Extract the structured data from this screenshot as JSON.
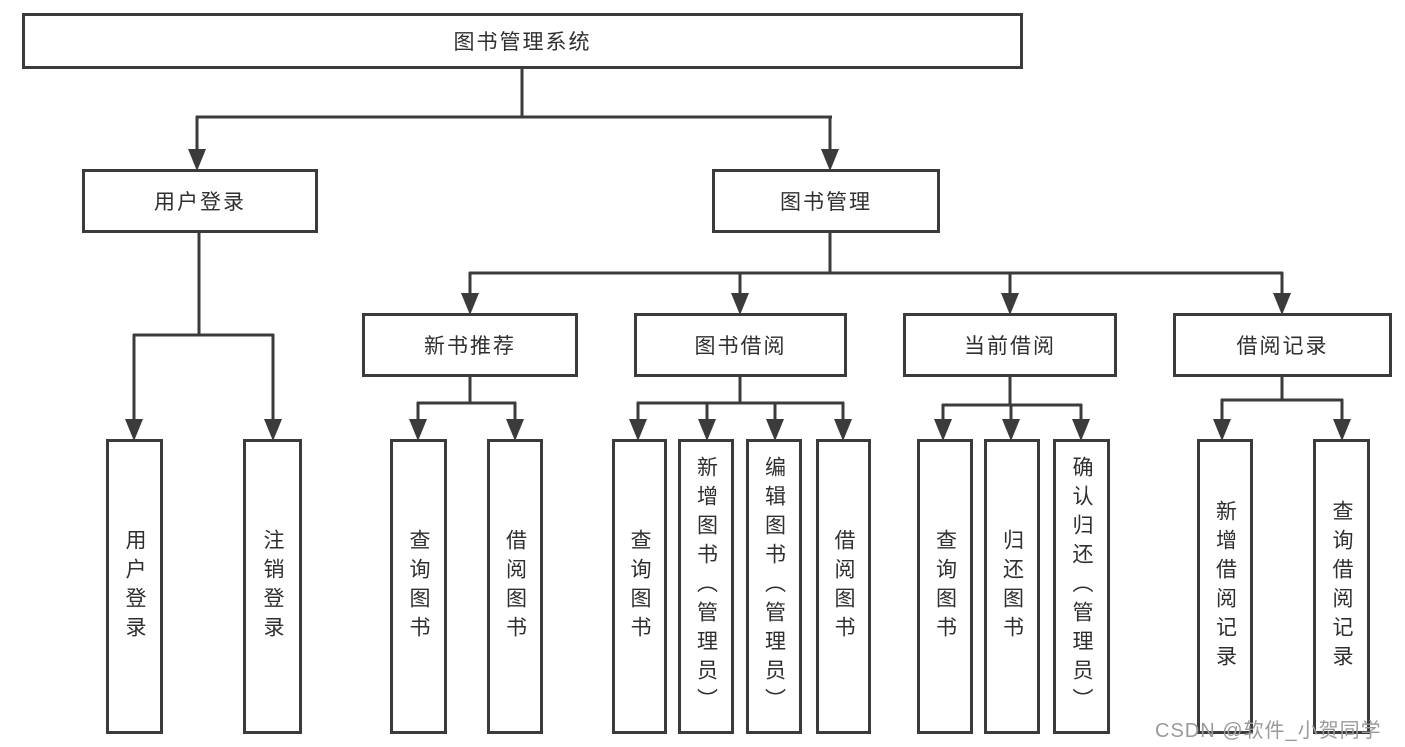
{
  "nodes": {
    "root": {
      "label": "图书管理系统"
    },
    "userLogin": {
      "label": "用户登录"
    },
    "bookMgmt": {
      "label": "图书管理"
    },
    "newBookRec": {
      "label": "新书推荐"
    },
    "bookBorrow": {
      "label": "图书借阅"
    },
    "currentBorrow": {
      "label": "当前借阅"
    },
    "borrowRecords": {
      "label": "借阅记录"
    },
    "leafUserLogin": {
      "label": "用户登录"
    },
    "leafLogout": {
      "label": "注销登录"
    },
    "leafNbQuery": {
      "label": "查询图书"
    },
    "leafNbBorrow": {
      "label": "借阅图书"
    },
    "leafBbQuery": {
      "label": "查询图书"
    },
    "leafBbAdd": {
      "label": "新增图书（管理员）"
    },
    "leafBbEdit": {
      "label": "编辑图书（管理员）"
    },
    "leafBbBorrow": {
      "label": "借阅图书"
    },
    "leafCbQuery": {
      "label": "查询图书"
    },
    "leafCbReturn": {
      "label": "归还图书"
    },
    "leafCbConfirm": {
      "label": "确认归还（管理员）"
    },
    "leafBrAdd": {
      "label": "新增借阅记录"
    },
    "leafBrQuery": {
      "label": "查询借阅记录"
    }
  },
  "watermark": {
    "text": "CSDN @软件_小贺同学"
  },
  "colors": {
    "line": "#3b3b3b",
    "box_border": "#3b3b3b",
    "text": "#2f2f2f",
    "watermark": "#9a9a9a",
    "background": "#ffffff"
  }
}
